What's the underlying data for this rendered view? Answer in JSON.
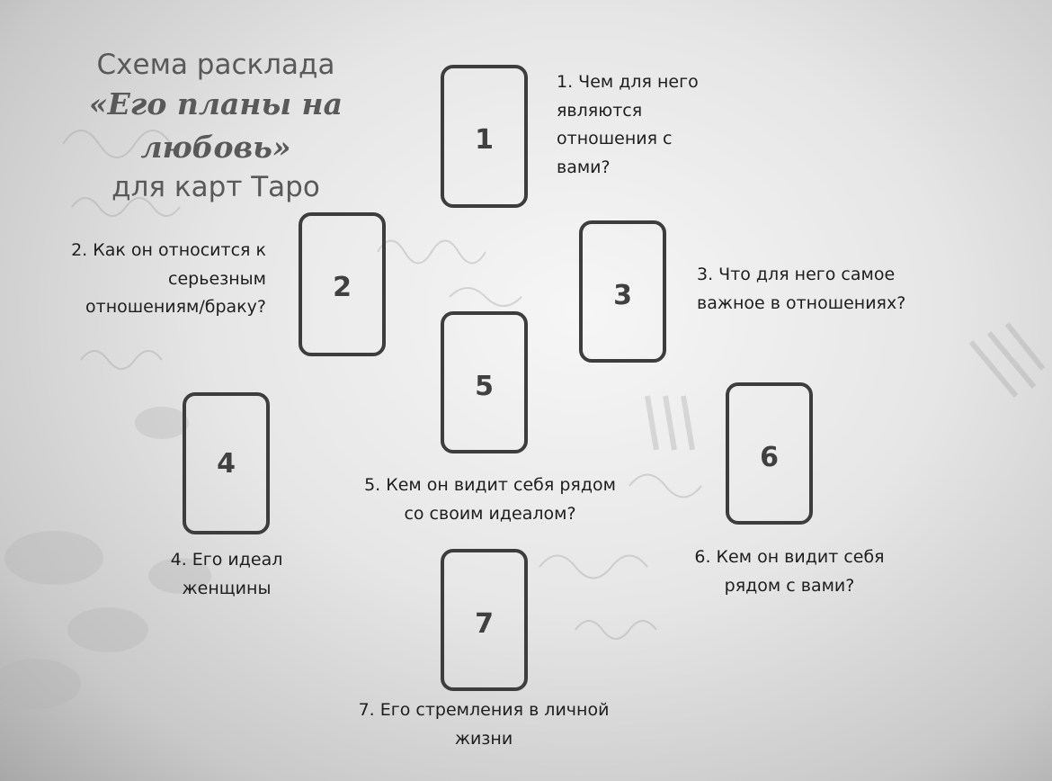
{
  "title": {
    "line1": "Схема расклада",
    "line2": "«Его планы на любовь»",
    "line3": "для карт Таро"
  },
  "cards": [
    {
      "number": "1",
      "question": [
        "1. Чем для него",
        "являются",
        "отношения с",
        "вами?"
      ]
    },
    {
      "number": "2",
      "question": [
        "2. Как он относится к",
        "серьезным",
        "отношениям/браку?"
      ]
    },
    {
      "number": "3",
      "question": [
        "3. Что для него самое",
        "важное в отношениях?"
      ]
    },
    {
      "number": "4",
      "question": [
        "4. Его идеал",
        "женщины"
      ]
    },
    {
      "number": "5",
      "question": [
        "5. Кем он видит себя рядом",
        "со своим идеалом?"
      ]
    },
    {
      "number": "6",
      "question": [
        "6. Кем он видит себя",
        "рядом с вами?"
      ]
    },
    {
      "number": "7",
      "question": [
        "7. Его стремления в личной",
        "жизни"
      ]
    }
  ]
}
